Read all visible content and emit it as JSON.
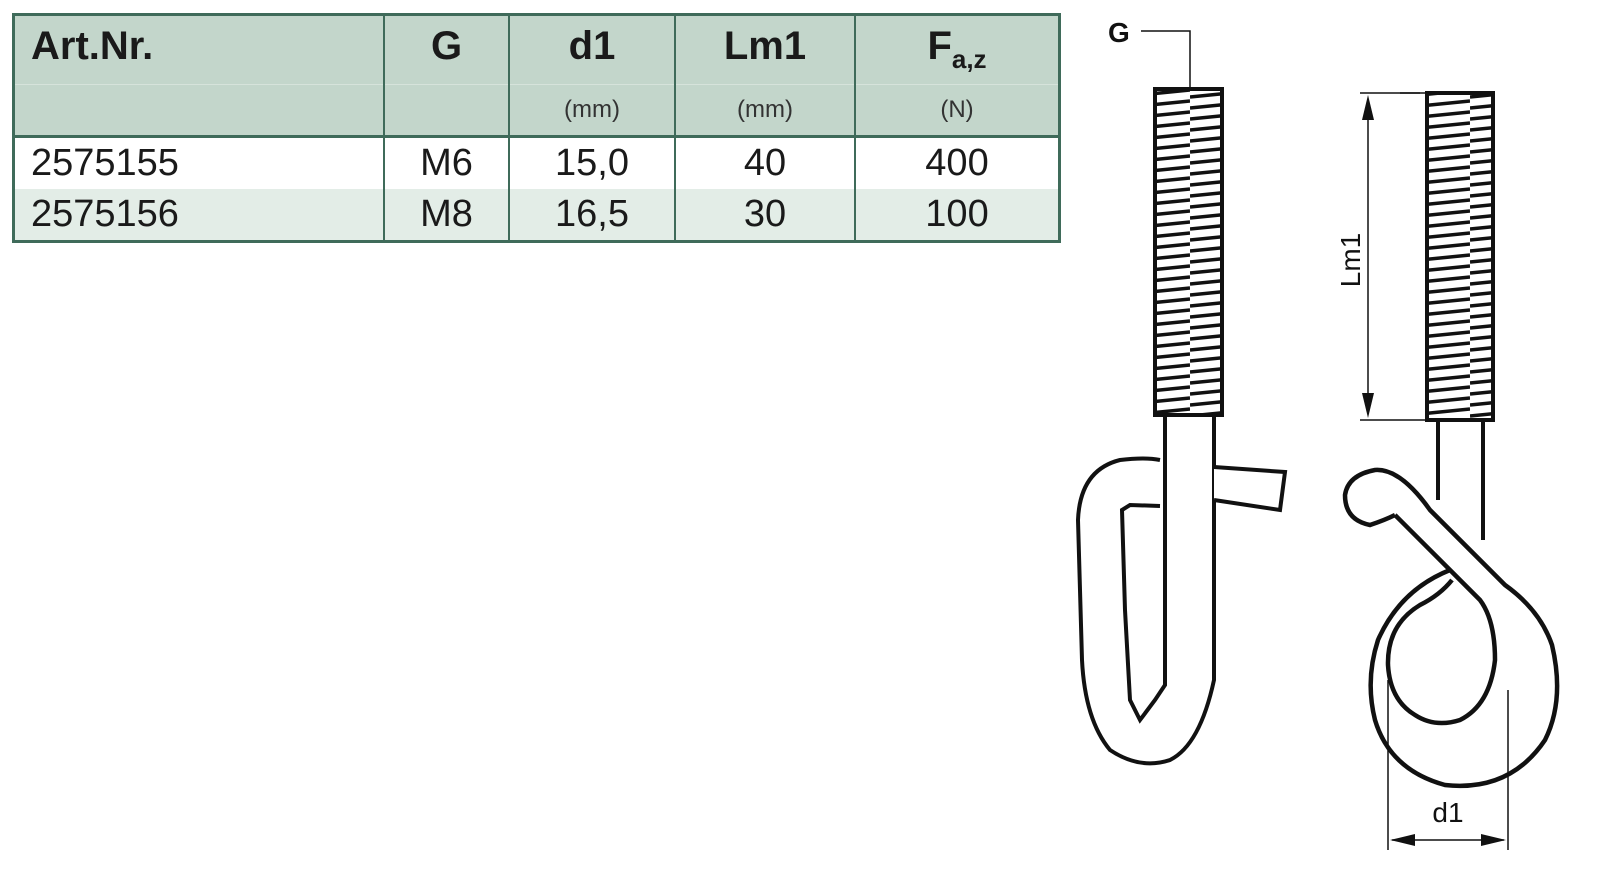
{
  "table": {
    "headers": [
      {
        "label": "Art.Nr.",
        "unit": ""
      },
      {
        "label": "G",
        "unit": ""
      },
      {
        "label": "d1",
        "unit": "(mm)"
      },
      {
        "label": "Lm1",
        "unit": "(mm)"
      },
      {
        "label": "F",
        "subscript": "a,z",
        "unit": "(N)"
      }
    ],
    "rows": [
      {
        "art_nr": "2575155",
        "g": "M6",
        "d1": "15,0",
        "lm1": "40",
        "f_az": "400"
      },
      {
        "art_nr": "2575156",
        "g": "M8",
        "d1": "16,5",
        "lm1": "30",
        "f_az": "100"
      }
    ],
    "colors": {
      "border": "#3f6b5a",
      "header_bg": "#c3d6cb",
      "alt_row_bg": "#e3ede7"
    }
  },
  "drawing": {
    "labels": {
      "thread": "G",
      "length": "Lm1",
      "diameter": "d1"
    }
  }
}
